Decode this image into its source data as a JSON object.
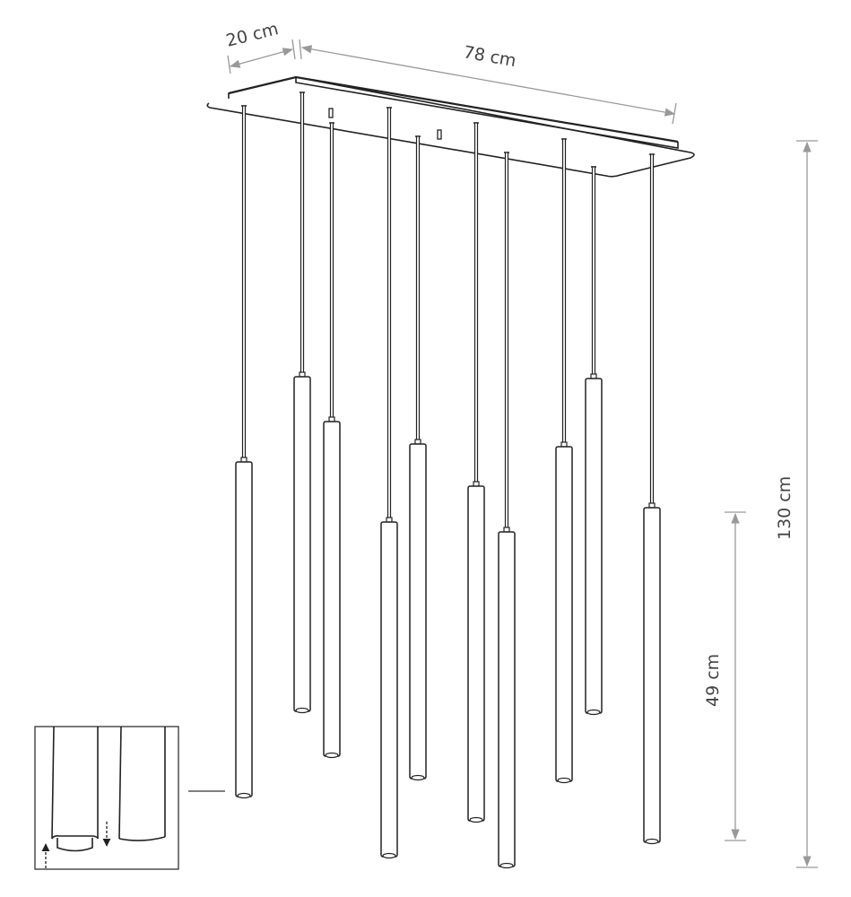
{
  "dimensions": {
    "depth_label": "20 cm",
    "width_label": "78 cm",
    "total_height_label": "130 cm",
    "tube_length_label": "49 cm"
  },
  "pendant_count": 10,
  "colors": {
    "line": "#222222",
    "dimension": "#999999"
  }
}
